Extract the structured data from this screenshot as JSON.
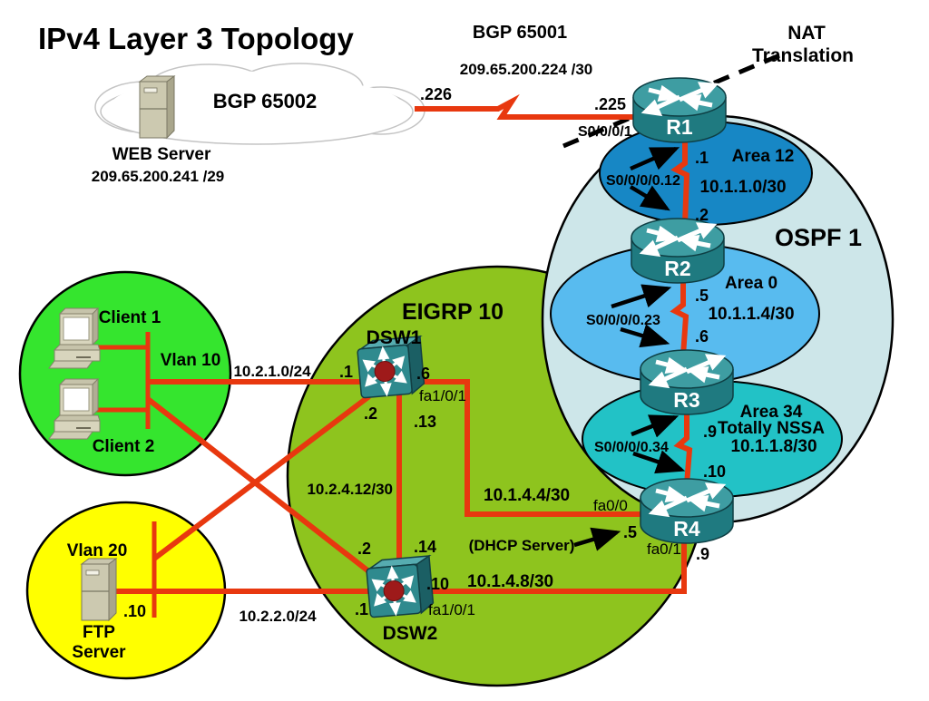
{
  "title": "IPv4 Layer 3 Topology",
  "cloud": {
    "as_label": "BGP 65002",
    "server_label": "WEB Server",
    "server_subnet": "209.65.200.241 /29"
  },
  "wan": {
    "as_label": "BGP 65001",
    "subnet": "209.65.200.224 /30",
    "cloud_ip": ".226",
    "r1_ip": ".225",
    "r1_interface": "S0/0/0/1"
  },
  "nat": {
    "line1": "NAT",
    "line2": "Translation"
  },
  "ospf": {
    "process": "OSPF 1",
    "area12": {
      "name": "Area 12",
      "subnet": "10.1.1.0/30",
      "ip_top": ".1",
      "ip_bottom": ".2",
      "serial": "S0/0/0/0.12"
    },
    "area0": {
      "name": "Area 0",
      "subnet": "10.1.1.4/30",
      "ip_top": ".5",
      "ip_bottom": ".6",
      "serial": "S0/0/0/0.23"
    },
    "area34": {
      "name": "Area 34",
      "nssa": "Totally NSSA",
      "subnet": "10.1.1.8/30",
      "ip_top": ".9",
      "ip_bottom": ".10",
      "serial": "S0/0/0/0.34"
    }
  },
  "routers": {
    "r1": "R1",
    "r2": "R2",
    "r3": "R3",
    "r4": "R4"
  },
  "r4": {
    "fa00": "fa0/0",
    "fa00_ip": ".5",
    "fa01": "fa0/1",
    "fa01_ip": ".9",
    "dhcp_note": "(DHCP Server)"
  },
  "eigrp": {
    "as_label": "EIGRP 10",
    "dsw1": {
      "name": "DSW1",
      "vlan10_ip": ".1",
      "uplink_ip": ".6",
      "uplink_if": "fa1/0/1",
      "vlan20_ip": ".2",
      "interlink_ip": ".13"
    },
    "dsw2": {
      "name": "DSW2",
      "vlan20_ip": ".1",
      "uplink_ip": ".10",
      "uplink_if": "fa1/0/1",
      "vlan10_ip": ".2",
      "interlink_ip": ".14"
    },
    "interlink_subnet": "10.2.4.12/30",
    "uplink1_subnet": "10.1.4.4/30",
    "uplink2_subnet": "10.1.4.8/30"
  },
  "vlan10": {
    "name": "Vlan 10",
    "subnet": "10.2.1.0/24",
    "client1": "Client 1",
    "client2": "Client 2"
  },
  "vlan20": {
    "name": "Vlan 20",
    "subnet": "10.2.2.0/24",
    "host_ip": ".10",
    "server_line1": "FTP",
    "server_line2": "Server"
  },
  "colors": {
    "link": "#E8380F",
    "eigrp": "#8EC41E",
    "vlan10": "#35E52E",
    "vlan20": "#FFFF00",
    "ospf": "#CDE6E9",
    "area12": "#1787C5",
    "area0": "#58BBEF",
    "area34": "#22C2C6"
  }
}
